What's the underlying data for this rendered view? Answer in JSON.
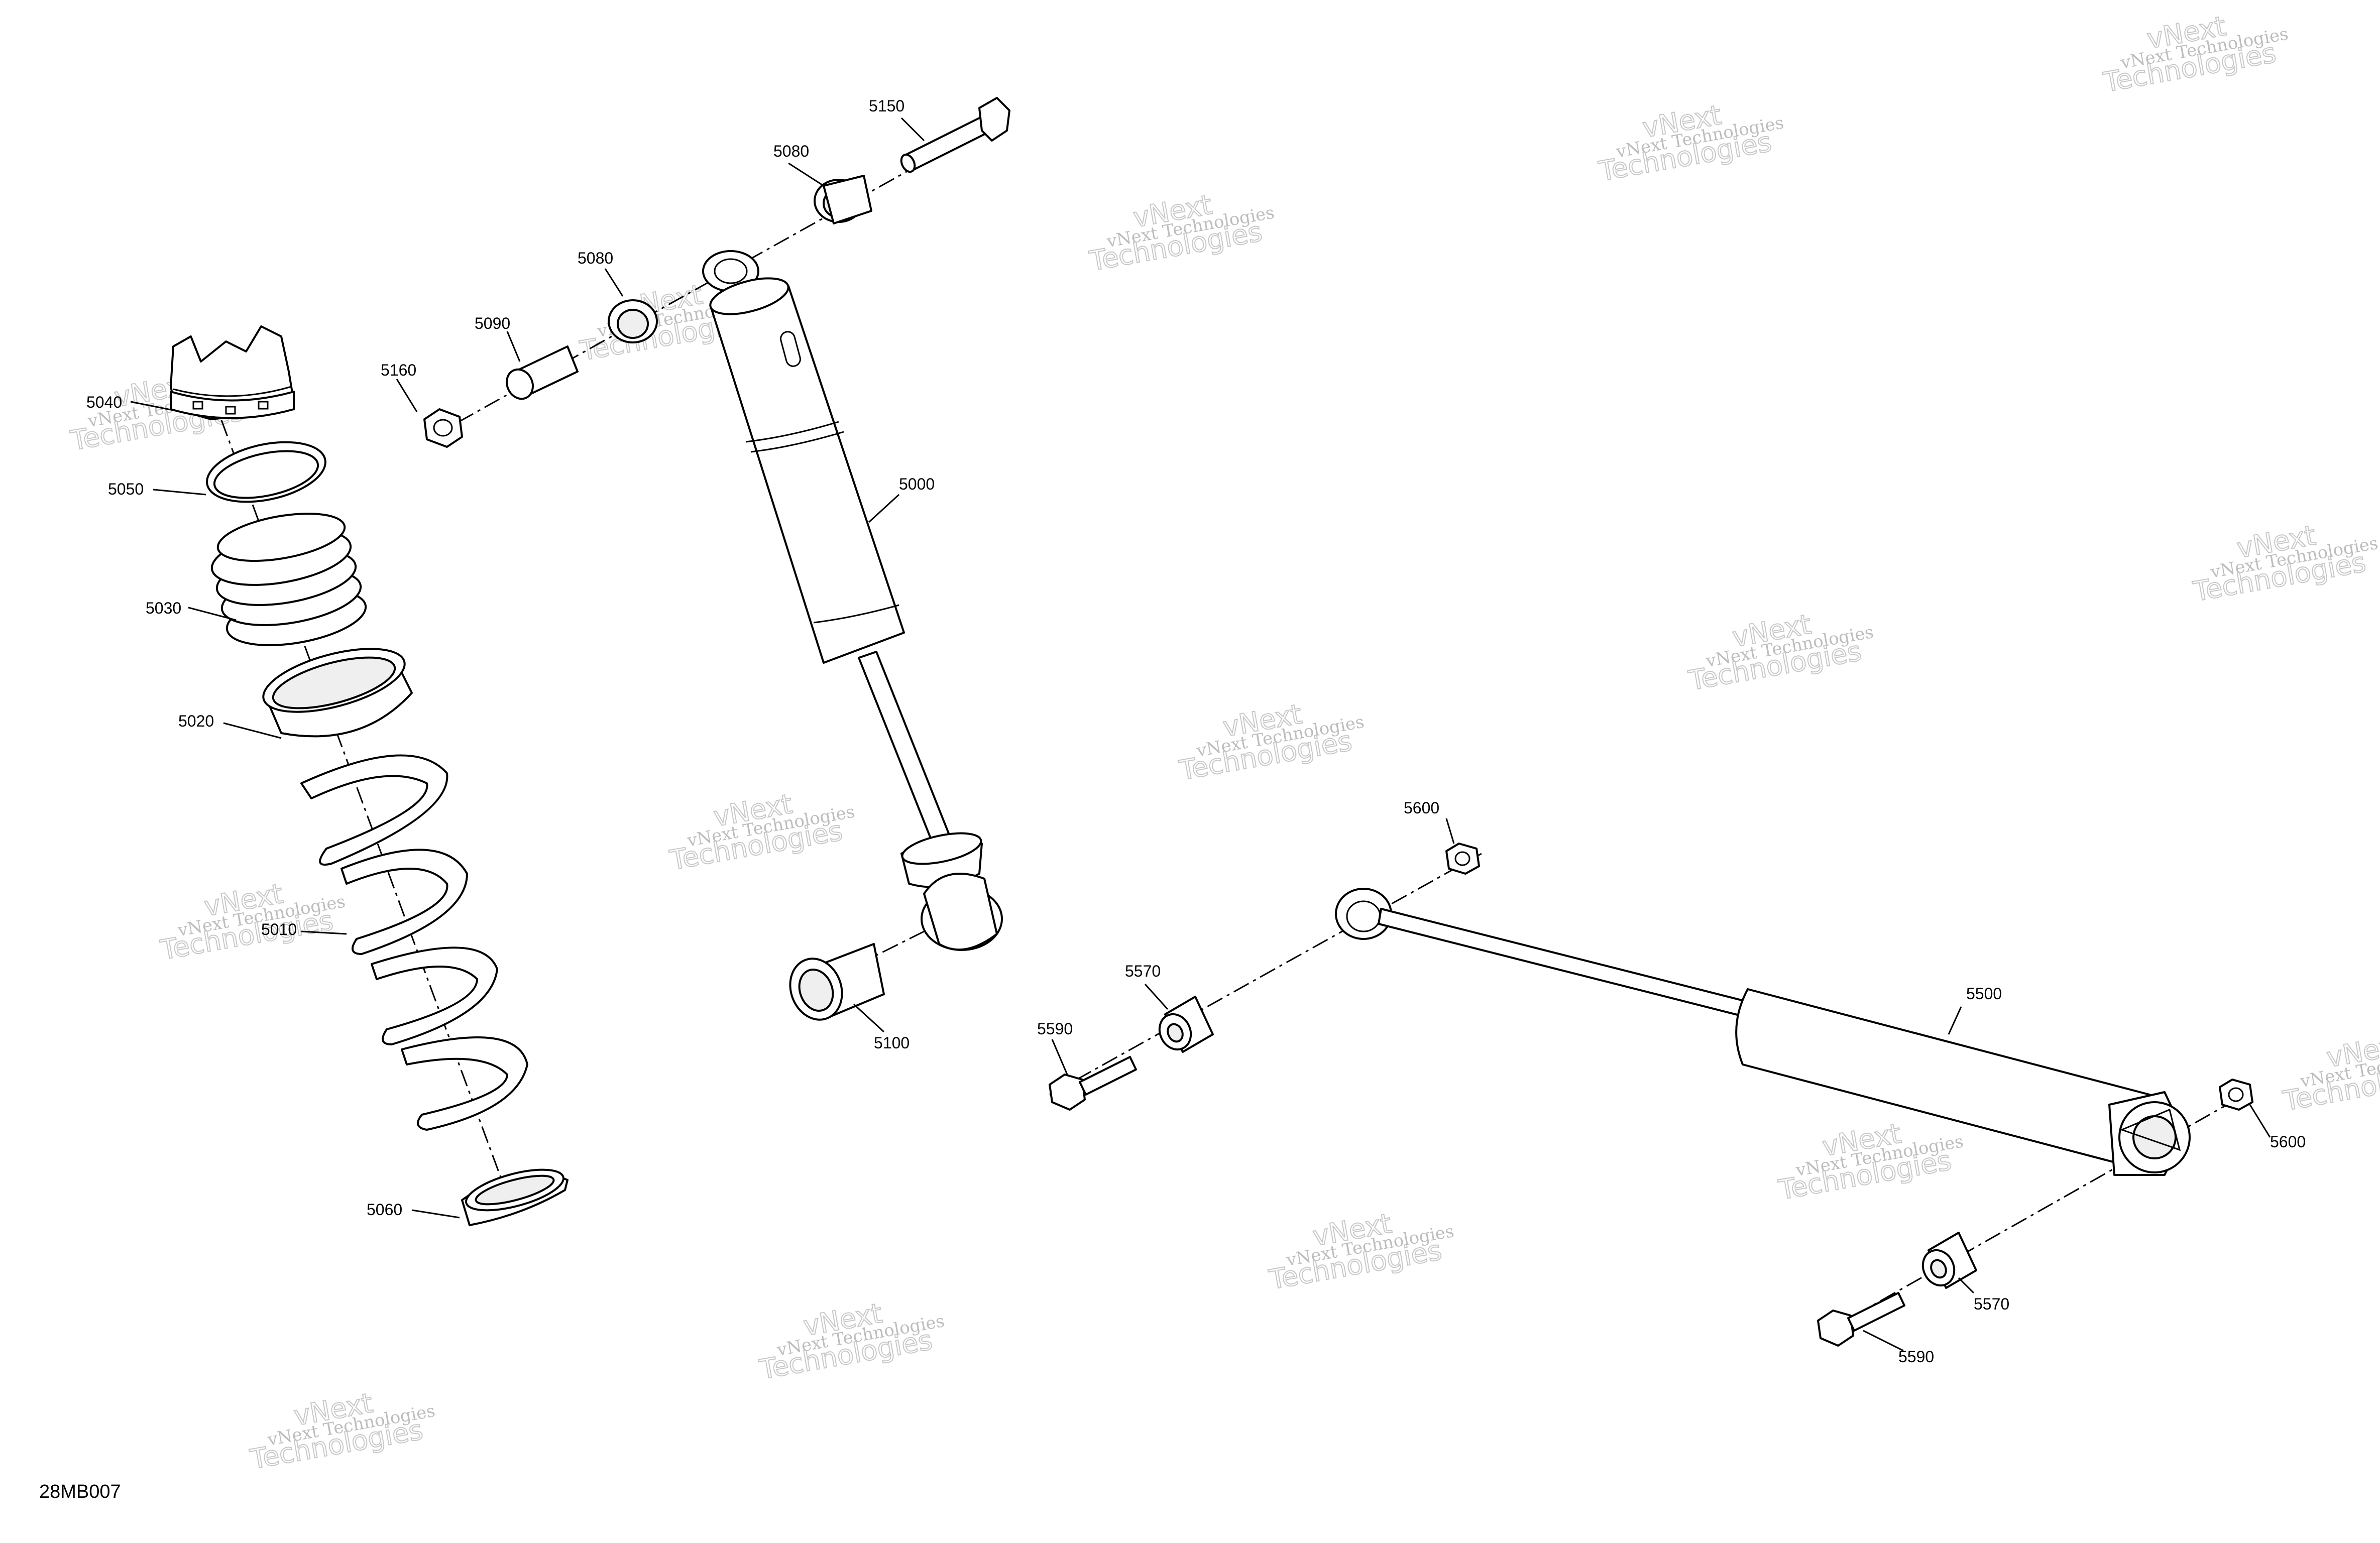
{
  "drawing_id": "28MB007",
  "watermark": {
    "line1": "vNext Technologies",
    "line2": "vNext",
    "line3": "Technologies"
  },
  "callouts": {
    "c5000": "5000",
    "c5010": "5010",
    "c5020": "5020",
    "c5030": "5030",
    "c5040": "5040",
    "c5050": "5050",
    "c5060": "5060",
    "c5080a": "5080",
    "c5080b": "5080",
    "c5090": "5090",
    "c5100": "5100",
    "c5150": "5150",
    "c5160": "5160",
    "c5500": "5500",
    "c5570a": "5570",
    "c5570b": "5570",
    "c5590a": "5590",
    "c5590b": "5590",
    "c5600a": "5600",
    "c5600b": "5600"
  }
}
